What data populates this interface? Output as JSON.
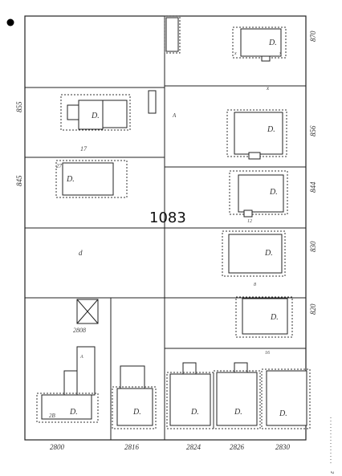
{
  "block_number": "1083",
  "left_addresses": [
    "855",
    "845"
  ],
  "right_addresses": [
    "870",
    "856",
    "844",
    "830",
    "820"
  ],
  "bottom_addresses": [
    "2800",
    "2816",
    "2824",
    "2826",
    "2830"
  ],
  "corner_label": "2808",
  "building_marks": {
    "d": "D.",
    "d_lower": "d",
    "twenty_b": "2B",
    "stable": "17",
    "garage": "27",
    "sixteen": "16",
    "twelve": "12",
    "eight": "8",
    "a": "A",
    "x": "x"
  },
  "right_margin_mark": "ε"
}
